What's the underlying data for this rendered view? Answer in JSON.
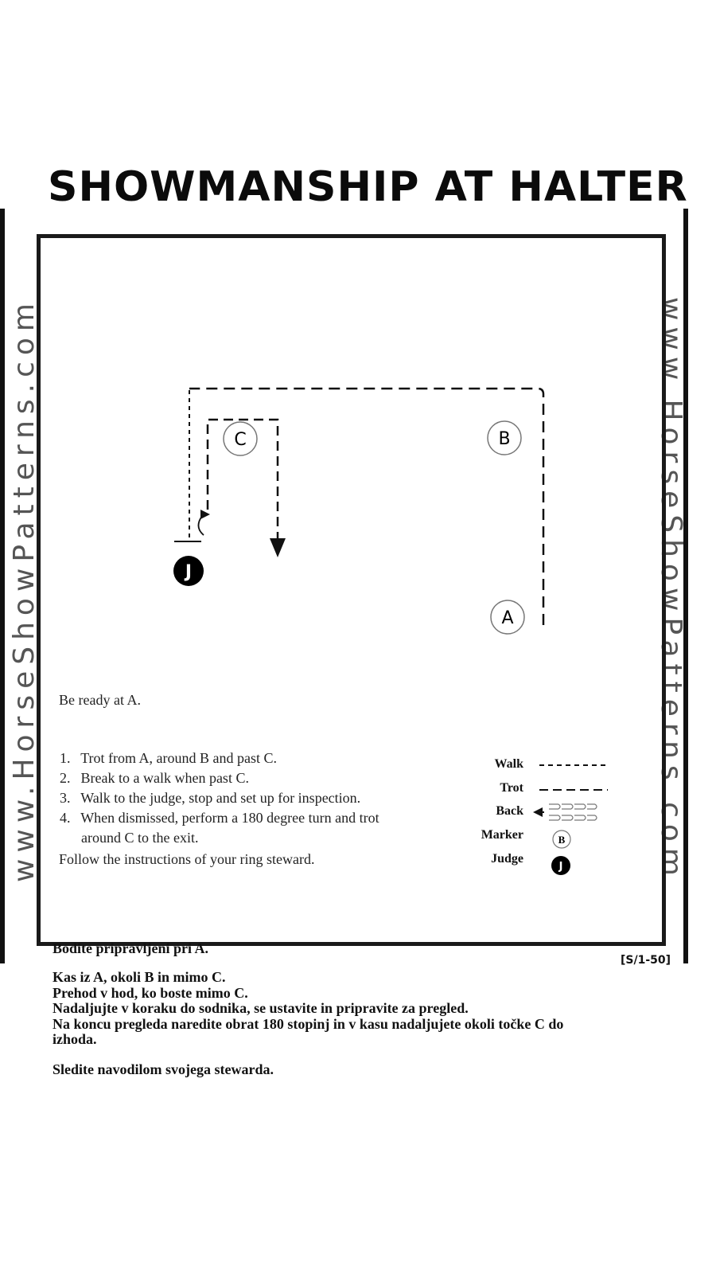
{
  "title": "SHOWMANSHIP AT HALTER",
  "watermark": "www.HorseShowPatterns.com",
  "markers": {
    "a": "A",
    "b": "B",
    "c": "C",
    "judge": "J"
  },
  "instructions": {
    "ready": "Be ready at A.",
    "steps": [
      {
        "num": "1.",
        "text": "Trot from A, around B and past C."
      },
      {
        "num": "2.",
        "text": "Break to a walk when past C."
      },
      {
        "num": "3.",
        "text": "Walk to the judge, stop and set up for inspection."
      },
      {
        "num": "4.",
        "text": "When dismissed, perform a 180 degree turn and trot",
        "cont": "around C to the exit."
      }
    ],
    "follow": "Follow the  instructions of  your ring steward."
  },
  "legend": {
    "walk": "Walk",
    "trot": "Trot",
    "back": "Back",
    "marker": "Marker",
    "judge": "Judge",
    "marker_symbol": "B",
    "judge_symbol": "J"
  },
  "pattern_code": "[S/1-50]",
  "translation": {
    "ready": "Bodite pripravljeni pri A.",
    "lines": [
      "Kas iz A, okoli B in mimo C.",
      "Prehod v hod, ko boste mimo C.",
      "Nadaljujte v koraku do sodnika, se ustavite in pripravite za pregled.",
      "Na koncu pregleda naredite obrat 180 stopinj in v kasu nadaljujete okoli točke C do",
      "izhoda."
    ],
    "follow": "Sledite navodilom svojega stewarda."
  },
  "colors": {
    "line": "#111111",
    "marker_border": "#777777",
    "judge_fill": "#000000"
  }
}
